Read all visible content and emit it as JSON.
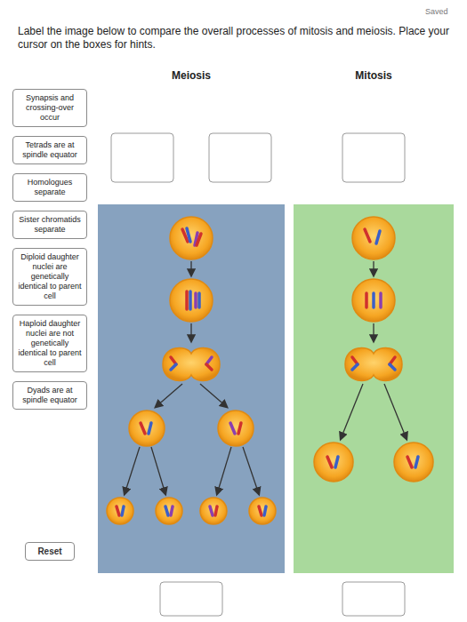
{
  "diagram": {
    "title": "Label the image below to compare the overall processes of mitosis and meiosis. Place your cursor on the boxes for hints.",
    "nodes": [
      {
        "text": [
          "Meiosis"
        ]
      },
      {
        "text": [
          "Mitosis"
        ]
      },
      {
        "text": [
          "Synapsis and crossing-over occur"
        ]
      },
      {
        "text": [
          "Tetrads are at spindle equator"
        ]
      },
      {
        "text": [
          "Homologues separate"
        ]
      },
      {
        "text": [
          "Sister chromatids separate"
        ]
      },
      {
        "text": [
          "Diploid daughter nuclei are genetically identical to parent cell"
        ]
      },
      {
        "text": [
          "Haploid daughter nuclei are not genetically identical to parent cell"
        ]
      },
      {
        "text": [
          "Dyads are at spindle equator"
        ]
      },
      {
        "text": [
          "Reset"
        ]
      }
    ],
    "labels": [
      "Saved"
    ]
  }
}
